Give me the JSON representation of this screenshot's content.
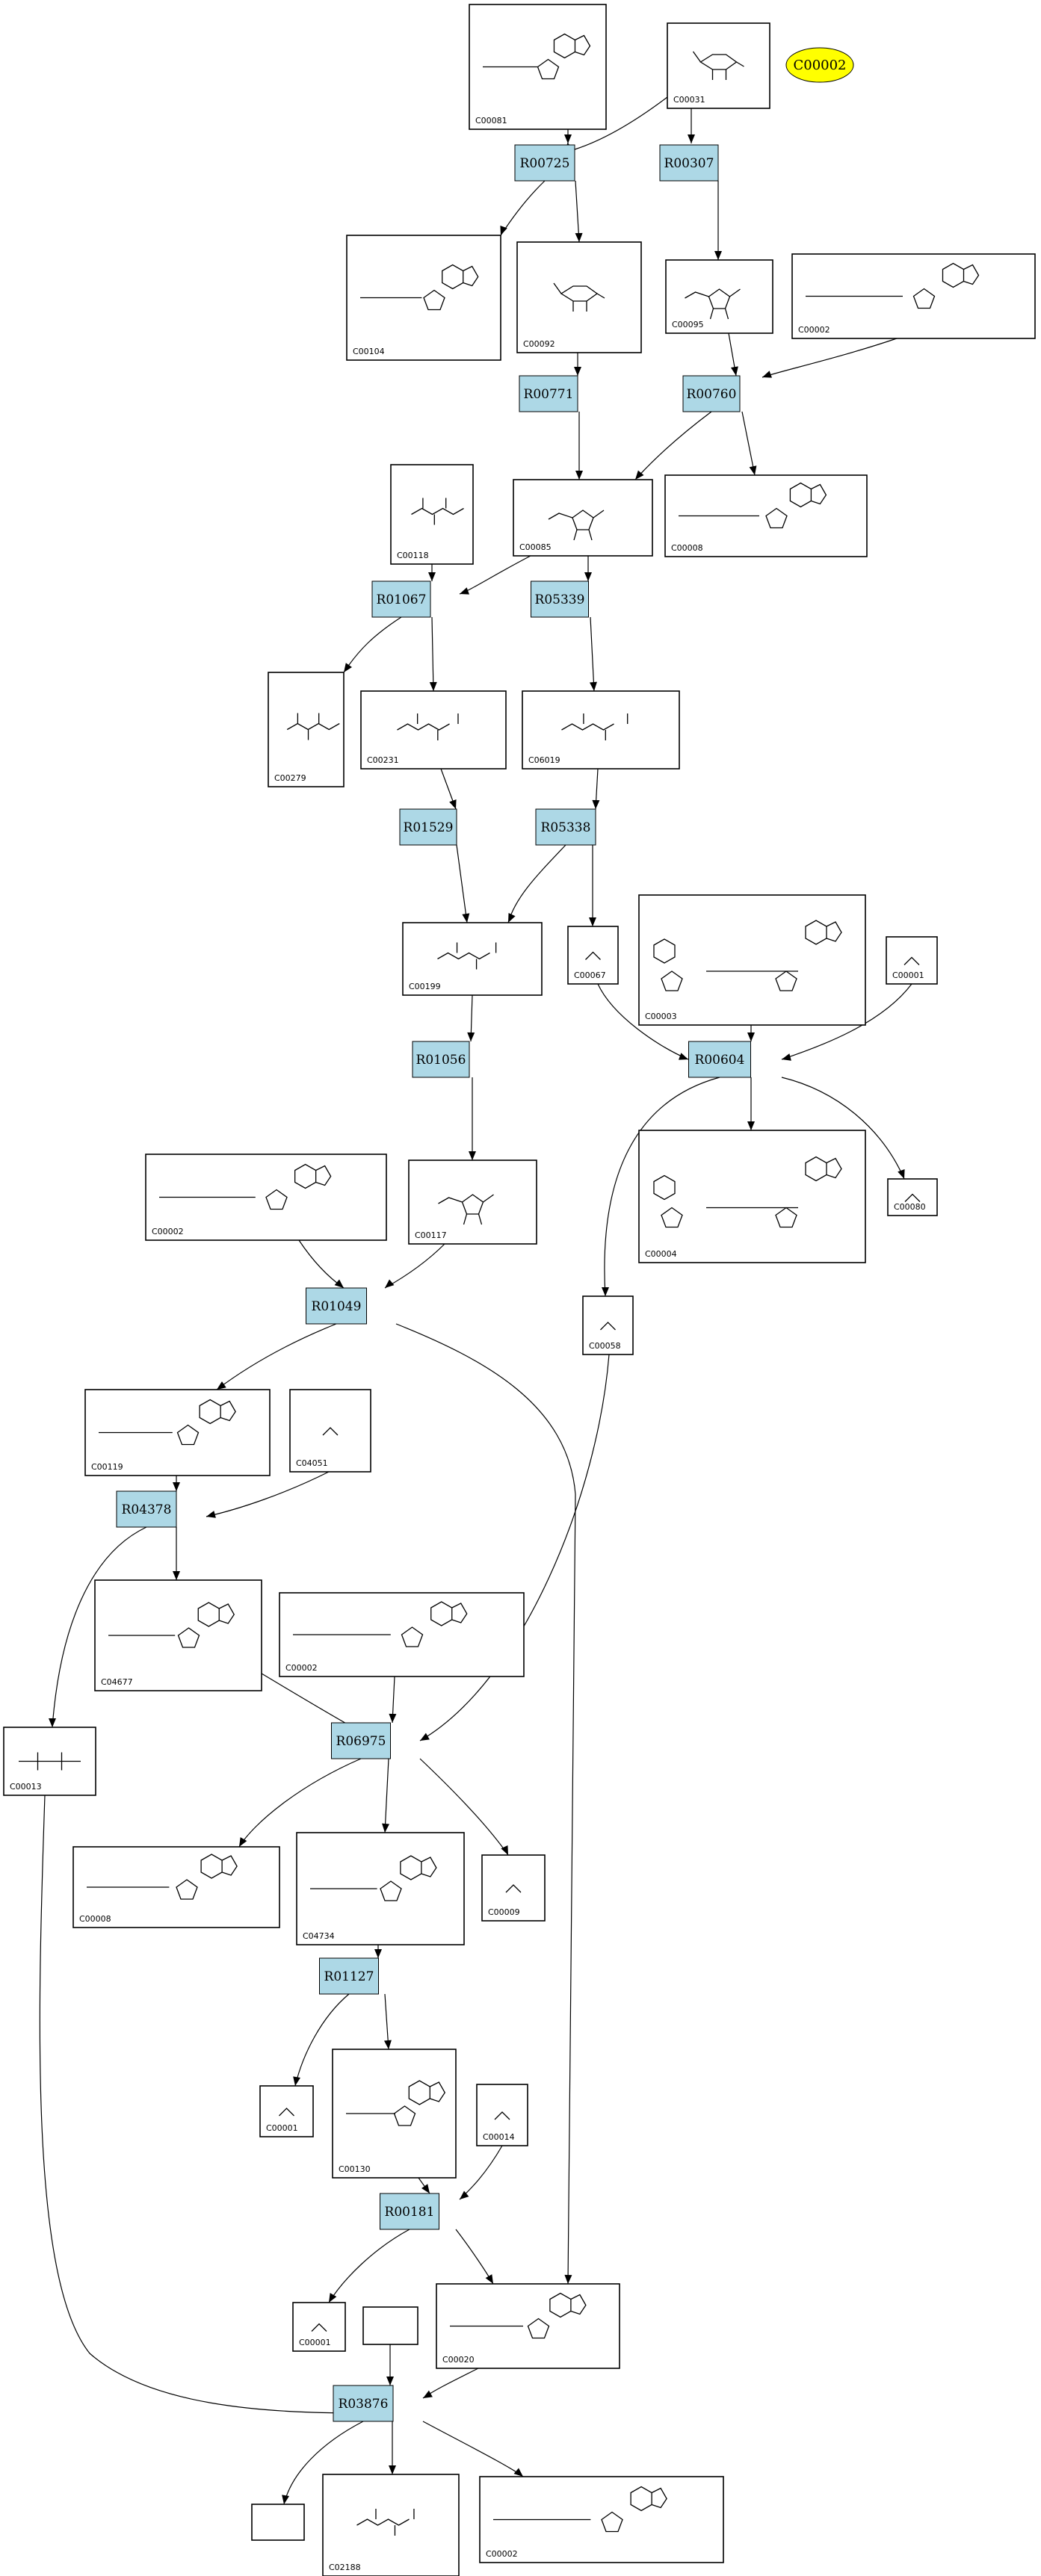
{
  "highlight": {
    "label": "C00002",
    "color": "#ffff00"
  },
  "reaction_color": "#add8e6",
  "reactions": [
    "R00725",
    "R00307",
    "R00771",
    "R00760",
    "R01067",
    "R05339",
    "R01529",
    "R05338",
    "R01056",
    "R00604",
    "R01049",
    "R04378",
    "R06975",
    "R01127",
    "R00181",
    "R03876"
  ],
  "compounds": [
    "C00081",
    "C00031",
    "C00104",
    "C00092",
    "C00095",
    "C00002",
    "C00118",
    "C00085",
    "C00008",
    "C00279",
    "C00231",
    "C06019",
    "C00199",
    "C00067",
    "C00003",
    "C00001",
    "C00117",
    "C00004",
    "C00080",
    "C00058",
    "C00119",
    "C04051",
    "C04677",
    "C00013",
    "C00009",
    "C04734",
    "C00130",
    "C00014",
    "C00020",
    "C02188"
  ]
}
